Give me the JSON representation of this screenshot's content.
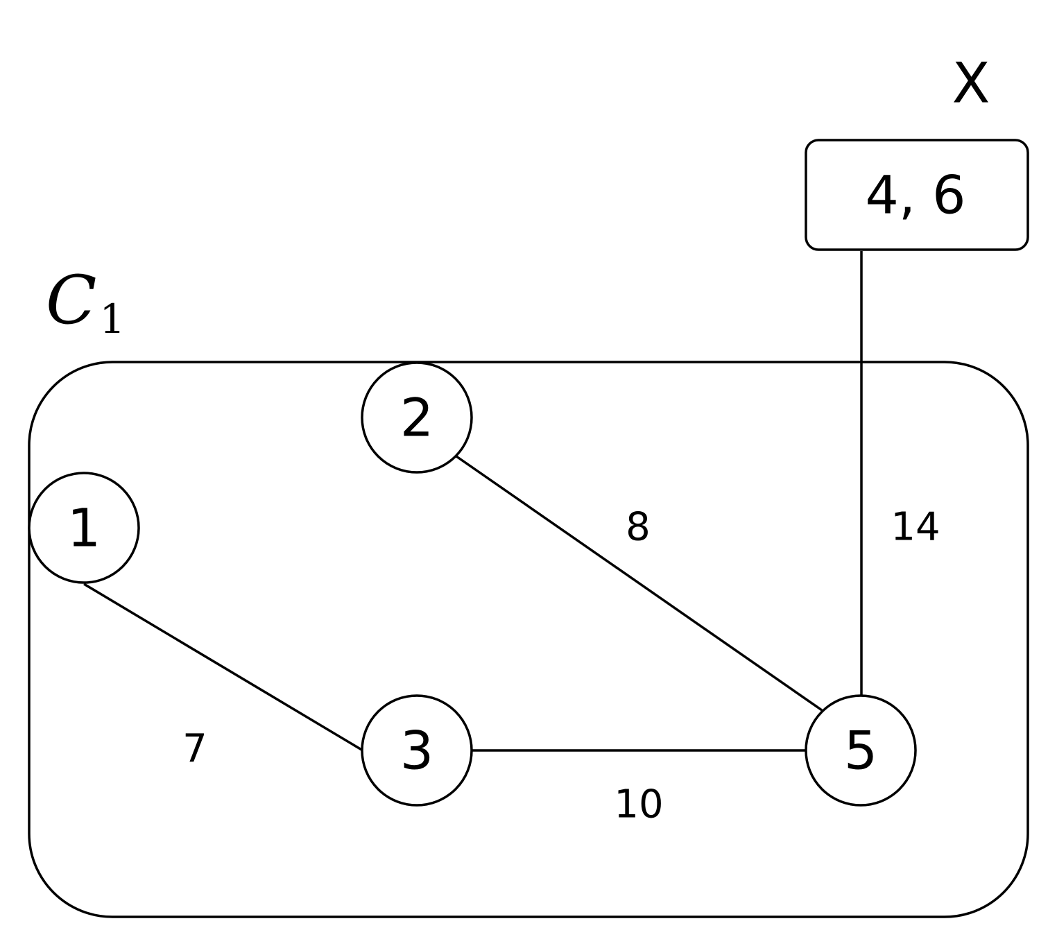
{
  "cluster": {
    "label": "C",
    "subscript": "1"
  },
  "external": {
    "set_label": "X",
    "box_text": "4, 6"
  },
  "nodes": {
    "n1": "1",
    "n2": "2",
    "n3": "3",
    "n5": "5"
  },
  "edges": {
    "e_1_3": "7",
    "e_2_5": "8",
    "e_3_5": "10",
    "e_5_x": "14"
  }
}
